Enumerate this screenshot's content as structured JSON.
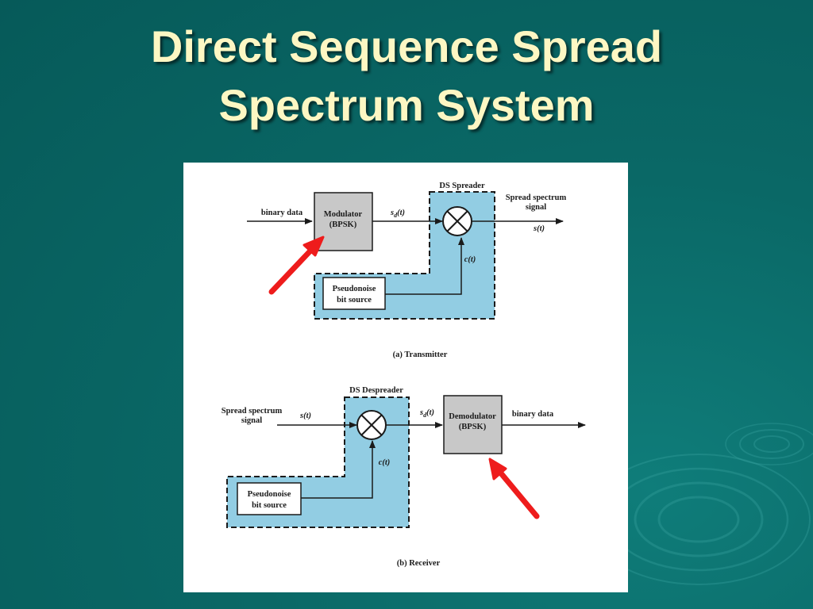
{
  "slide": {
    "title_line1": "Direct Sequence Spread",
    "title_line2": "Spectrum System"
  },
  "transmitter": {
    "input_label": "binary data",
    "modulator_line1": "Modulator",
    "modulator_line2": "(BPSK)",
    "sd_label": "s",
    "sd_sub": "d",
    "sd_arg": "(t)",
    "spreader_label": "DS Spreader",
    "output_line1": "Spread spectrum",
    "output_line2": "signal",
    "output_symbol": "s(t)",
    "code_symbol": "c(t)",
    "pn_line1": "Pseudonoise",
    "pn_line2": "bit source",
    "caption": "(a) Transmitter"
  },
  "receiver": {
    "input_line1": "Spread spectrum",
    "input_line2": "signal",
    "input_symbol": "s(t)",
    "despreader_label": "DS Despreader",
    "sd_label": "s",
    "sd_sub": "d",
    "sd_arg": "(t)",
    "demodulator_line1": "Demodulator",
    "demodulator_line2": "(BPSK)",
    "output_label": "binary data",
    "code_symbol": "c(t)",
    "pn_line1": "Pseudonoise",
    "pn_line2": "bit source",
    "caption": "(b) Receiver"
  },
  "colors": {
    "background": "#0a6866",
    "title": "#fdf7c3",
    "spreader_fill": "#92cde3",
    "block_fill": "#c8c8c8",
    "highlight_arrow": "#ee1c1c"
  }
}
